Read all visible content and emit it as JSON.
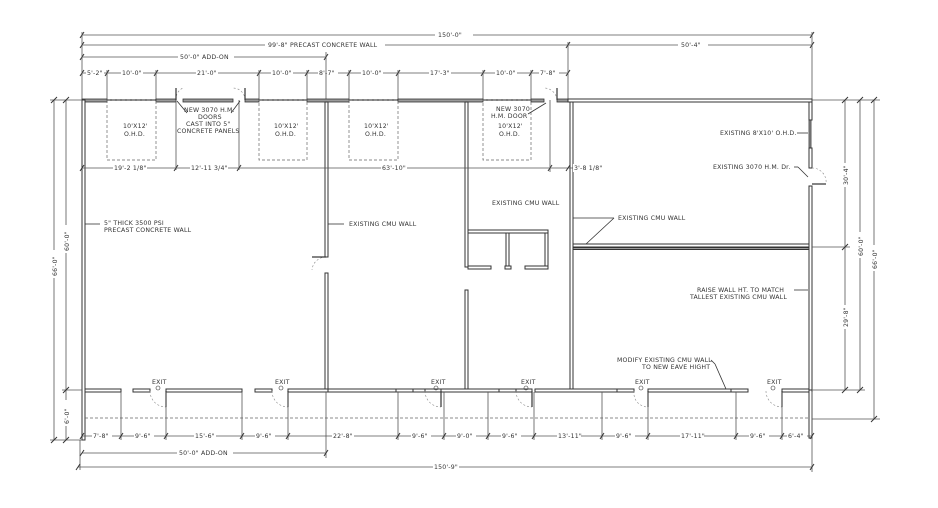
{
  "drawing": {
    "type": "floor-plan",
    "top_dimensions": {
      "overall": "150'-0\"",
      "precast_wall": "99'-8\" PRECAST CONCRETE WALL",
      "right_segment": "50'-4\"",
      "add_on": "50'-0\" ADD-ON",
      "segments": [
        "5'-2\"",
        "10'-0\"",
        "21'-0\"",
        "10'-0\"",
        "8'-7\"",
        "10'-0\"",
        "17'-3\"",
        "10'-0\"",
        "7'-8\""
      ]
    },
    "interior_dimensions": {
      "left": "19'-2 1/8\"",
      "door_span": "12'-11 3/4\"",
      "middle": "63'-10\"",
      "right": "3'-8 1/8\""
    },
    "bottom_dimensions": {
      "segments": [
        "7'-8\"",
        "9'-6\"",
        "15'-6\"",
        "9'-6\"",
        "22'-8\"",
        "9'-6\"",
        "9'-0\"",
        "9'-6\"",
        "13'-11\"",
        "9'-6\"",
        "17'-11\"",
        "9'-6\"",
        "6'-4\""
      ],
      "add_on": "50'-0\" ADD-ON",
      "overall": "150'-9\""
    },
    "left_dimensions": {
      "overall": "66'-0\"",
      "main": "60'-0\"",
      "bottom": "6'-0\""
    },
    "right_dimensions": {
      "upper": "30'-4\"",
      "lower": "29'-8\"",
      "main": "60'-0\"",
      "overall": "66'-0\""
    },
    "ohd_labels": [
      {
        "line1": "10'X12'",
        "line2": "O.H.D."
      },
      {
        "line1": "10'X12'",
        "line2": "O.H.D."
      },
      {
        "line1": "10'X12'",
        "line2": "O.H.D."
      },
      {
        "line1": "10'X12'",
        "line2": "O.H.D."
      }
    ],
    "notes": {
      "new_doors": [
        "NEW 3070 H.M.",
        "DOORS",
        "CAST INTO 5\"",
        "CONCRETE PANELS"
      ],
      "new_door": [
        "NEW 3070",
        "H.M. DOOR"
      ],
      "precast_wall": [
        "5\" THICK 3500 PSI",
        "PRECAST CONCRETE WALL"
      ],
      "cmu_wall_1": "EXISTING CMU WALL",
      "cmu_wall_2": "EXISTING CMU WALL",
      "cmu_wall_3": "EXISTING CMU WALL",
      "existing_ohd": "EXISTING 8'X10' O.H.D.",
      "existing_door": "EXISTING 3070 H.M. Dr.",
      "raise_wall": [
        "RAISE WALL HT. TO MATCH",
        "TALLEST EXISTING CMU WALL"
      ],
      "modify_wall": [
        "MODIFY EXISTING CMU WALL",
        "TO NEW EAVE HIGHT"
      ]
    },
    "exit_label": "EXIT",
    "exit_count": 6,
    "colors": {
      "line": "#333333",
      "precast_fill": "#9a9a9a",
      "background": "#ffffff"
    }
  }
}
